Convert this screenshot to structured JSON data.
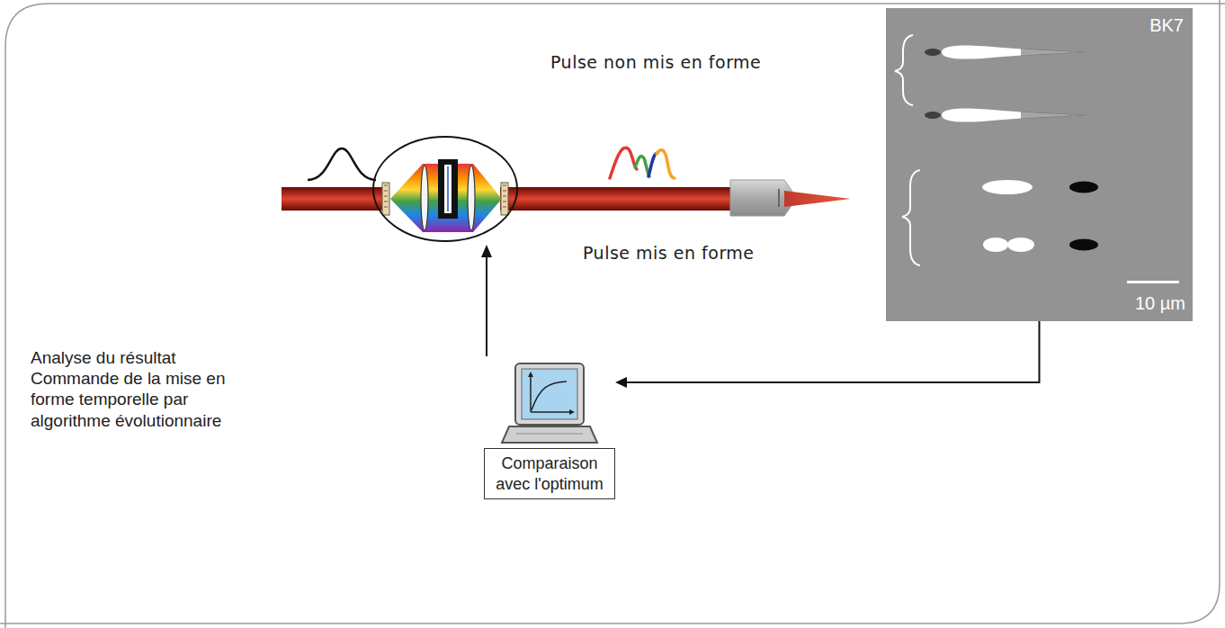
{
  "diagram": {
    "nodes": [
      {
        "text": [
          "BK7",
          "10 µm"
        ]
      },
      {
        "text": [
          "Comparaison avec l'optimum"
        ]
      }
    ],
    "edges": [
      {
        "from": 0,
        "to": 1,
        "arrow": "to"
      }
    ],
    "labels": [
      "Pulse non mis en forme",
      "Pulse mis en forme",
      "Analyse du résultat Commande de la mise en forme temporelle par algorithme évolutionnaire"
    ]
  }
}
